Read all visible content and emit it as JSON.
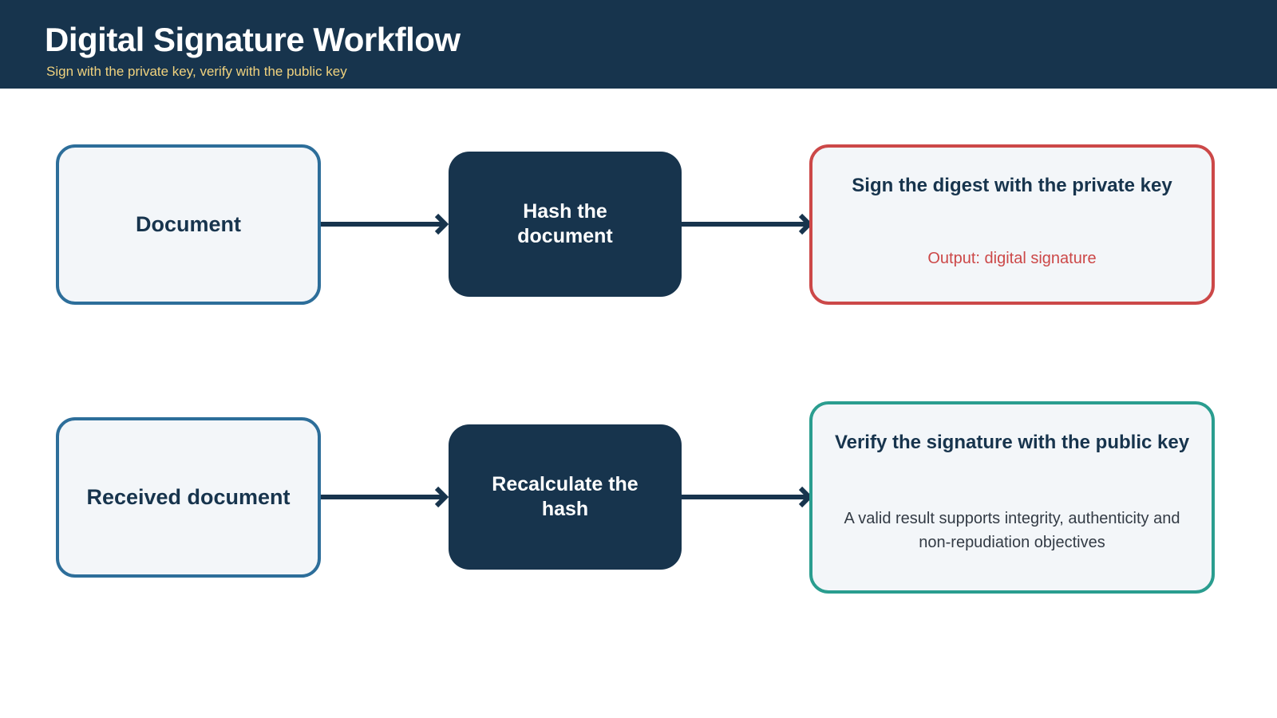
{
  "header": {
    "title": "Digital Signature Workflow",
    "subtitle": "Sign with the private key, verify with the public key"
  },
  "sign_flow": {
    "document": "Document",
    "hash_step": "Hash the document",
    "sign_step": {
      "heading": "Sign the digest with the private key",
      "output": "Output: digital signature"
    }
  },
  "verify_flow": {
    "received": "Received document",
    "hash_step": "Recalculate the hash",
    "verify_step": {
      "heading": "Verify the signature with the public key",
      "note": "A valid result supports integrity, authenticity and non-repudiation objectives"
    }
  },
  "colors": {
    "header_bg": "#17344d",
    "subtitle": "#f0d27e",
    "box_border_blue": "#2d6e9a",
    "box_border_red": "#cc4848",
    "box_border_teal": "#2a9d8f",
    "arrow": "#17344d"
  }
}
